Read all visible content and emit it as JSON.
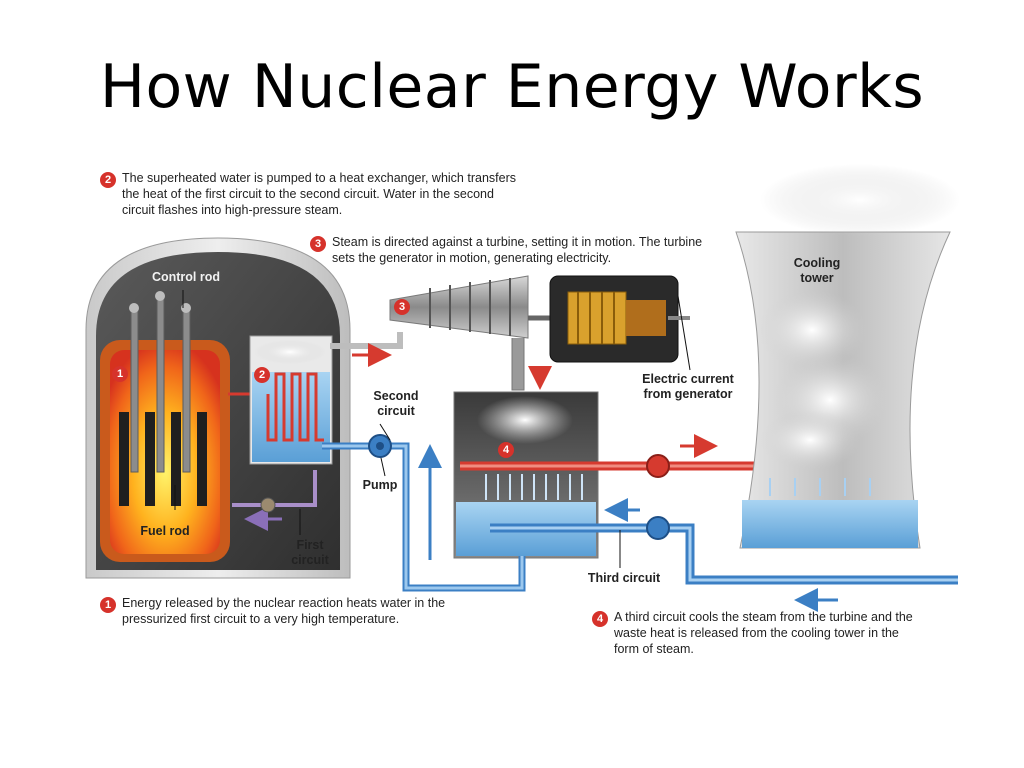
{
  "title": "How Nuclear Energy Works",
  "steps": [
    {
      "number": "1",
      "text": "Energy released by the nuclear reaction heats water in the pressurized first circuit to a very high temperature."
    },
    {
      "number": "2",
      "text": "The superheated water is pumped to a heat exchanger, which transfers the heat of the first circuit to the second circuit. Water in the second circuit flashes into high-pressure steam."
    },
    {
      "number": "3",
      "text": "Steam is directed against a turbine, setting it in motion. The turbine sets the generator in motion, generating electricity."
    },
    {
      "number": "4",
      "text": "A third circuit cools the steam from the turbine and the waste heat is released from the cooling tower in the form of steam."
    }
  ],
  "labels": {
    "control_rod": "Control rod",
    "fuel_rod": "Fuel rod",
    "second_circuit": "Second circuit",
    "pump": "Pump",
    "first_circuit": "First circuit",
    "third_circuit": "Third circuit",
    "electric_current": "Electric current from generator",
    "cooling_tower": "Cooling tower"
  },
  "markers": [
    "1",
    "2",
    "3",
    "4"
  ],
  "colors": {
    "hot": "#d63a2f",
    "cool": "#3b7fc4",
    "marker": "#d6322b",
    "primary_loop": "#a98fc9"
  }
}
